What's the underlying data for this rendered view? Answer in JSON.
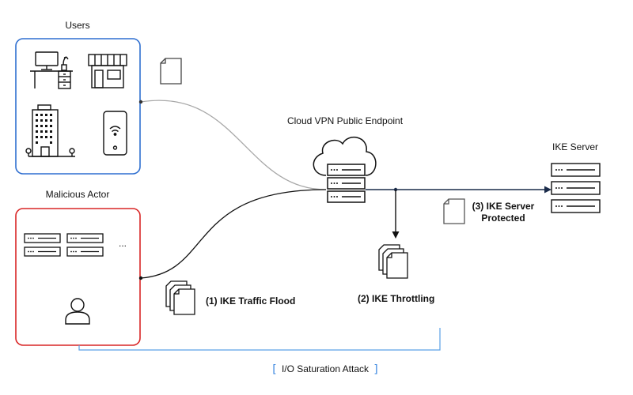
{
  "labels": {
    "users": "Users",
    "malicious_actor": "Malicious Actor",
    "cloud_vpn": "Cloud VPN Public Endpoint",
    "ike_server": "IKE Server",
    "step1": "(1) IKE Traffic Flood",
    "step2": "(2) IKE Throttling",
    "step3_line1": "(3) IKE Server",
    "step3_line2": "Protected",
    "ellipsis": "...",
    "io_attack": "I/O Saturation Attack",
    "bracket_open": "[",
    "bracket_close": "]"
  },
  "colors": {
    "users_border": "#2f6fd0",
    "malicious_border": "#d92626",
    "bracket": "#5aa0e6",
    "legit_line": "#a8a8a8",
    "attack_line": "#111111",
    "ike_line": "#1a2b4a",
    "icon_stroke": "#111111"
  },
  "icons": {
    "users": [
      "desk-computer-icon",
      "storefront-icon",
      "office-building-icon",
      "smartphone-wifi-icon"
    ],
    "malicious": [
      "server-rack-icon",
      "person-icon"
    ],
    "packets": [
      "packet-single-icon",
      "packet-stack-icon"
    ],
    "vpn": "cloud-server-icon",
    "ike": "server-stack-icon"
  }
}
